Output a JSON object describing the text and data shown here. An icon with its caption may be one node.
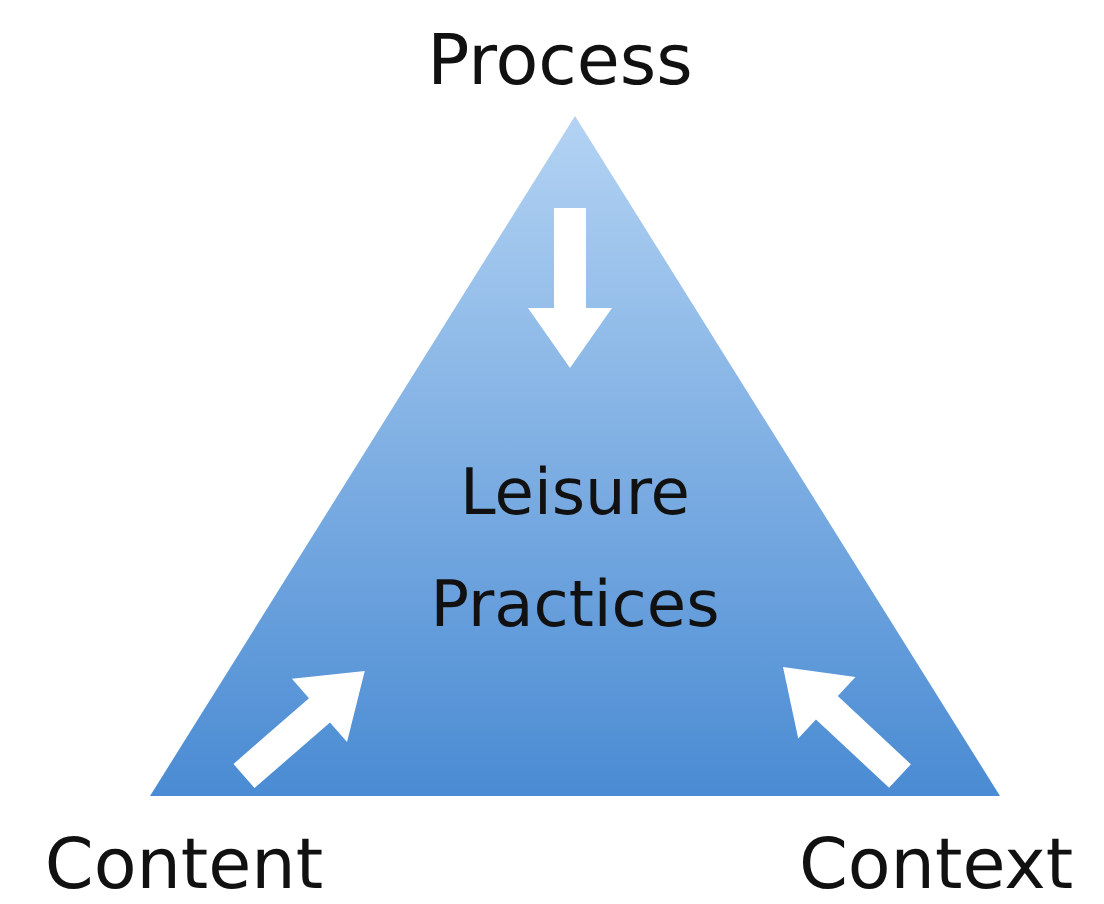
{
  "diagram": {
    "nodes": [
      {
        "text": [
          "Leisure Practices"
        ]
      },
      {
        "text": [
          "Process"
        ]
      },
      {
        "text": [
          "Content"
        ]
      },
      {
        "text": [
          "Context"
        ]
      }
    ]
  }
}
